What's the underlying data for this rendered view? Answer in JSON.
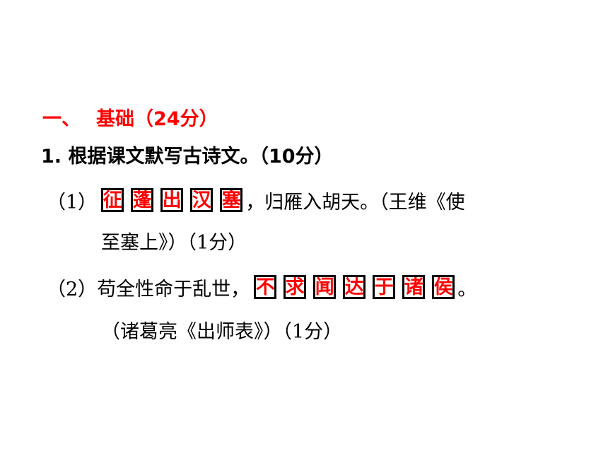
{
  "section": {
    "number": "一、",
    "title": "基础（24分）"
  },
  "question": {
    "title": "1. 根据课文默写古诗文。（10分）"
  },
  "items": [
    {
      "label": "（1）",
      "answers": [
        "征",
        "蓬",
        "出",
        "汉",
        "塞"
      ],
      "after": "，归雁入胡天。（王维《使",
      "line2": "至塞上》）（1分）"
    },
    {
      "label": "（2）",
      "before": "苟全性命于乱世，",
      "answers": [
        "不",
        "求",
        "闻",
        "达",
        "于",
        "诸",
        "侯"
      ],
      "after": "。",
      "line2": "（诸葛亮《出师表》）（1分）"
    }
  ],
  "colors": {
    "answer": "#ff0000",
    "section_title": "#ff0000",
    "text": "#000000"
  }
}
